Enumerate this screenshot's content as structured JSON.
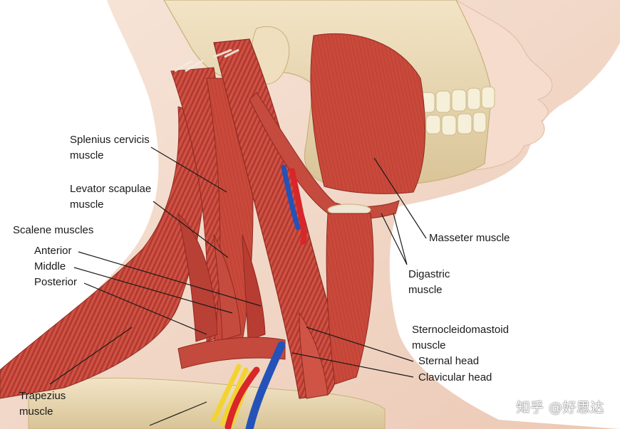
{
  "labels": {
    "splenius": [
      "Splenius cervicis",
      "muscle"
    ],
    "levator": [
      "Levator scapulae",
      "muscle"
    ],
    "scalene_title": "Scalene muscles",
    "anterior": "Anterior",
    "middle": "Middle",
    "posterior": "Posterior",
    "trapezius": [
      "Trapezius",
      "muscle"
    ],
    "masseter": "Masseter muscle",
    "digastric": [
      "Digastric",
      "muscle"
    ],
    "scm": [
      "Sternocleidomastoid",
      "muscle"
    ],
    "sternal_head": "Sternal head",
    "clavicular_head": "Clavicular head"
  },
  "watermark": "知乎 @好思达",
  "colors": {
    "skin": "#f3dccd",
    "muscle": "#c8473a",
    "muscle_dark": "#9e2f26",
    "bone": "#ead9b6",
    "tendon": "#eee8dc",
    "artery": "#d8262a",
    "vein": "#2452b8",
    "nerve": "#f2d332",
    "leader": "#1a1a1a"
  }
}
